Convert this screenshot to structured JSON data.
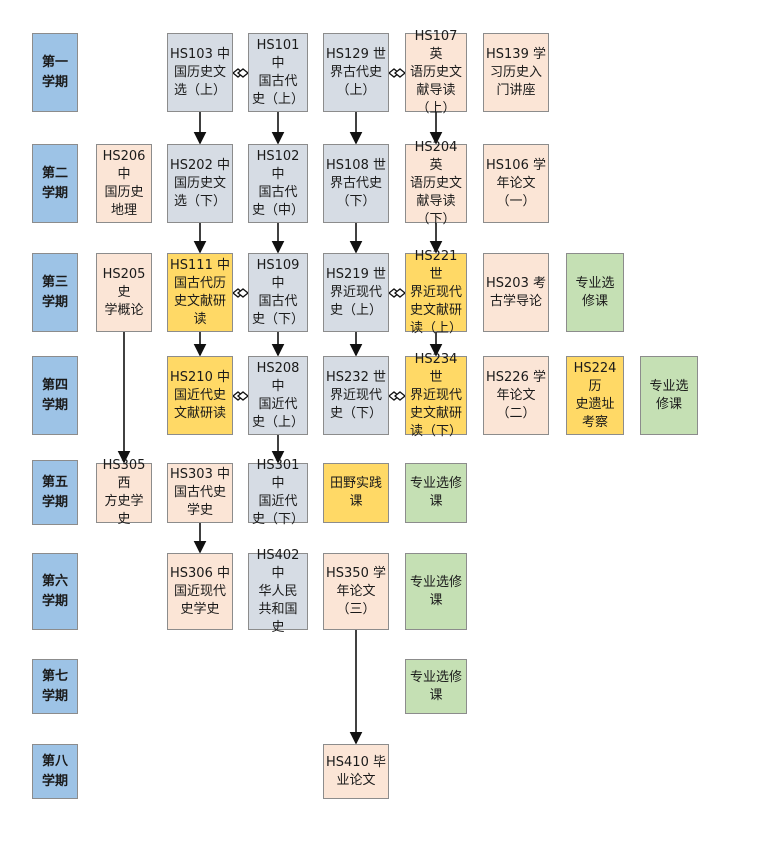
{
  "terms": [
    {
      "key": "t1",
      "label": "第一\n学期"
    },
    {
      "key": "t2",
      "label": "第二\n学期"
    },
    {
      "key": "t3",
      "label": "第三\n学期"
    },
    {
      "key": "t4",
      "label": "第四\n学期"
    },
    {
      "key": "t5",
      "label": "第五\n学期"
    },
    {
      "key": "t6",
      "label": "第六\n学期"
    },
    {
      "key": "t7",
      "label": "第七\n学期"
    },
    {
      "key": "t8",
      "label": "第八\n学期"
    }
  ],
  "courses": [
    {
      "key": "hs103",
      "label": "HS103 中\n国历史文\n选（上）",
      "kind": "core"
    },
    {
      "key": "hs101",
      "label": "HS101 中\n国古代\n史（上）",
      "kind": "core"
    },
    {
      "key": "hs129",
      "label": "HS129 世\n界古代史\n（上）",
      "kind": "core"
    },
    {
      "key": "hs107",
      "label": "HS107 英\n语历史文\n献导读\n（上）",
      "kind": "eng"
    },
    {
      "key": "hs139",
      "label": "HS139 学\n习历史入\n门讲座",
      "kind": "eng"
    },
    {
      "key": "hs206",
      "label": "HS206 中\n国历史\n地理",
      "kind": "eng"
    },
    {
      "key": "hs202",
      "label": "HS202 中\n国历史文\n选（下）",
      "kind": "core"
    },
    {
      "key": "hs102",
      "label": "HS102 中\n国古代\n史（中）",
      "kind": "core"
    },
    {
      "key": "hs108",
      "label": "HS108 世\n界古代史\n（下）",
      "kind": "core"
    },
    {
      "key": "hs204",
      "label": "HS204 英\n语历史文\n献导读\n（下）",
      "kind": "eng"
    },
    {
      "key": "hs106",
      "label": "HS106 学\n年论文\n（一）",
      "kind": "eng"
    },
    {
      "key": "hs205",
      "label": "HS205 史\n学概论",
      "kind": "eng"
    },
    {
      "key": "hs111",
      "label": "HS111 中\n国古代历\n史文献研\n读",
      "kind": "res"
    },
    {
      "key": "hs109",
      "label": "HS109 中\n国古代\n史（下）",
      "kind": "core"
    },
    {
      "key": "hs219",
      "label": "HS219 世\n界近现代\n史（上）",
      "kind": "core"
    },
    {
      "key": "hs221",
      "label": "HS221 世\n界近现代\n史文献研\n读（上）",
      "kind": "res"
    },
    {
      "key": "hs203",
      "label": "HS203 考\n古学导论",
      "kind": "eng"
    },
    {
      "key": "elec3",
      "label": "专业选\n修课",
      "kind": "opt"
    },
    {
      "key": "hs210",
      "label": "HS210 中\n国近代史\n文献研读",
      "kind": "res"
    },
    {
      "key": "hs208",
      "label": "HS208 中\n国近代\n史（上）",
      "kind": "core"
    },
    {
      "key": "hs232",
      "label": "HS232 世\n界近现代\n史（下）",
      "kind": "core"
    },
    {
      "key": "hs234",
      "label": "HS234 世\n界近现代\n史文献研\n读（下）",
      "kind": "res"
    },
    {
      "key": "hs226",
      "label": "HS226 学\n年论文\n（二）",
      "kind": "eng"
    },
    {
      "key": "hs224",
      "label": "HS224 历\n史遗址\n考察",
      "kind": "res"
    },
    {
      "key": "elec4",
      "label": "专业选\n修课",
      "kind": "opt"
    },
    {
      "key": "hs305",
      "label": "HS305 西\n方史学\n史",
      "kind": "eng"
    },
    {
      "key": "hs303",
      "label": "HS303 中\n国古代史\n学史",
      "kind": "eng"
    },
    {
      "key": "hs301",
      "label": "HS301 中\n国近代\n史（下）",
      "kind": "core"
    },
    {
      "key": "field",
      "label": "田野实践\n课",
      "kind": "res"
    },
    {
      "key": "elec5",
      "label": "专业选修\n课",
      "kind": "opt"
    },
    {
      "key": "hs306",
      "label": "HS306 中\n国近现代\n史学史",
      "kind": "eng"
    },
    {
      "key": "hs402",
      "label": "HS402 中\n华人民\n共和国\n史",
      "kind": "core"
    },
    {
      "key": "hs350",
      "label": "HS350 学\n年论文\n（三）",
      "kind": "eng"
    },
    {
      "key": "elec6",
      "label": "专业选修\n课",
      "kind": "opt"
    },
    {
      "key": "elec7",
      "label": "专业选修\n课",
      "kind": "opt"
    },
    {
      "key": "hs410",
      "label": "HS410 毕\n业论文",
      "kind": "eng"
    }
  ],
  "arrows": [
    [
      "hs103",
      "hs202"
    ],
    [
      "hs101",
      "hs102"
    ],
    [
      "hs129",
      "hs108"
    ],
    [
      "hs107",
      "hs204"
    ],
    [
      "hs202",
      "hs111"
    ],
    [
      "hs102",
      "hs109"
    ],
    [
      "hs108",
      "hs219"
    ],
    [
      "hs204",
      "hs221"
    ],
    [
      "hs111",
      "hs210"
    ],
    [
      "hs109",
      "hs208"
    ],
    [
      "hs219",
      "hs232"
    ],
    [
      "hs221",
      "hs234"
    ],
    [
      "hs205",
      "hs305"
    ],
    [
      "hs208",
      "hs301"
    ],
    [
      "hs303",
      "hs306"
    ],
    [
      "hs350",
      "hs410"
    ]
  ],
  "links": [
    [
      "hs103",
      "hs101"
    ],
    [
      "hs129",
      "hs107"
    ],
    [
      "hs111",
      "hs109"
    ],
    [
      "hs219",
      "hs221"
    ],
    [
      "hs210",
      "hs208"
    ],
    [
      "hs232",
      "hs234"
    ]
  ]
}
